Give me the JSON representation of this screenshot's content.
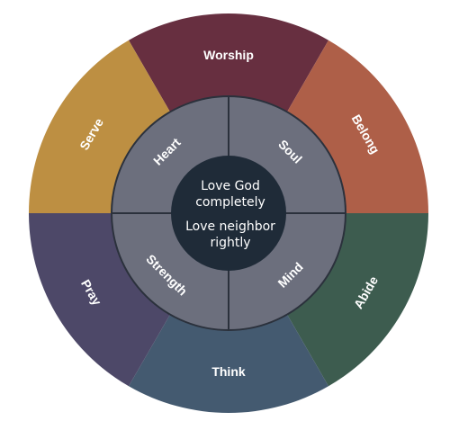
{
  "outer_ring": {
    "segments": [
      {
        "label": "Worship",
        "color": "#672f40"
      },
      {
        "label": "Belong",
        "color": "#ae5f48"
      },
      {
        "label": "Abide",
        "color": "#3d5c4f"
      },
      {
        "label": "Think",
        "color": "#445a70"
      },
      {
        "label": "Pray",
        "color": "#4d4868"
      },
      {
        "label": "Serve",
        "color": "#bd8f42"
      }
    ]
  },
  "middle_ring": {
    "color": "#6c6f7d",
    "quadrants": [
      {
        "label": "Heart"
      },
      {
        "label": "Soul"
      },
      {
        "label": "Mind"
      },
      {
        "label": "Strength"
      }
    ]
  },
  "core": {
    "color": "#1f2b38",
    "line1": "Love God",
    "line2": "completely",
    "line3": "Love neighbor",
    "line4": "rightly"
  }
}
